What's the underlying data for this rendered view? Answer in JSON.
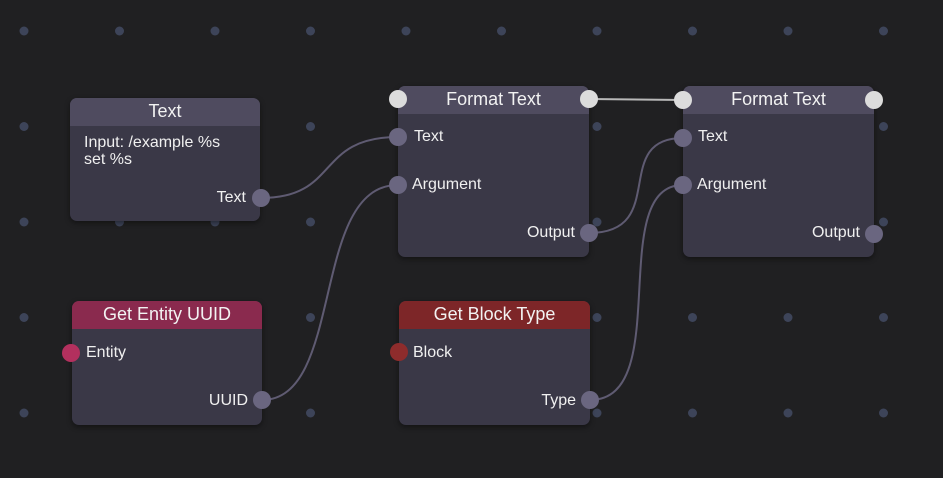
{
  "colors": {
    "background": "#202022",
    "grid_dot": "#3d4459",
    "node_body": "#3a3847",
    "header_default": "#4f4b5f",
    "header_entity": "#8a2a4e",
    "header_block": "#7d2628",
    "pin_default": "#6a6680",
    "pin_exec": "#dcdcdc",
    "pin_entity": "#b3305e",
    "pin_block": "#8e2c2c",
    "wire": "#5f5b72",
    "exec_wire": "#b8b8b8"
  },
  "nodes": [
    {
      "id": "text",
      "title": "Text",
      "body_line1": "Input: /example %s",
      "body_line2": "set %s",
      "outputs": [
        {
          "label": "Text"
        }
      ]
    },
    {
      "id": "format1",
      "title": "Format Text",
      "inputs": [
        {
          "label": "Text"
        },
        {
          "label": "Argument"
        }
      ],
      "outputs": [
        {
          "label": "Output"
        }
      ]
    },
    {
      "id": "format2",
      "title": "Format Text",
      "inputs": [
        {
          "label": "Text"
        },
        {
          "label": "Argument"
        }
      ],
      "outputs": [
        {
          "label": "Output"
        }
      ]
    },
    {
      "id": "entity",
      "title": "Get Entity UUID",
      "inputs": [
        {
          "label": "Entity"
        }
      ],
      "outputs": [
        {
          "label": "UUID"
        }
      ]
    },
    {
      "id": "block",
      "title": "Get Block Type",
      "inputs": [
        {
          "label": "Block"
        }
      ],
      "outputs": [
        {
          "label": "Type"
        }
      ]
    }
  ],
  "connections": [
    {
      "from": "text.Text",
      "to": "format1.Text"
    },
    {
      "from": "entity.UUID",
      "to": "format1.Argument"
    },
    {
      "from": "format1.Output",
      "to": "format2.Text"
    },
    {
      "from": "block.Type",
      "to": "format2.Argument"
    },
    {
      "from": "format1.exec_out",
      "to": "format2.exec_in"
    }
  ]
}
